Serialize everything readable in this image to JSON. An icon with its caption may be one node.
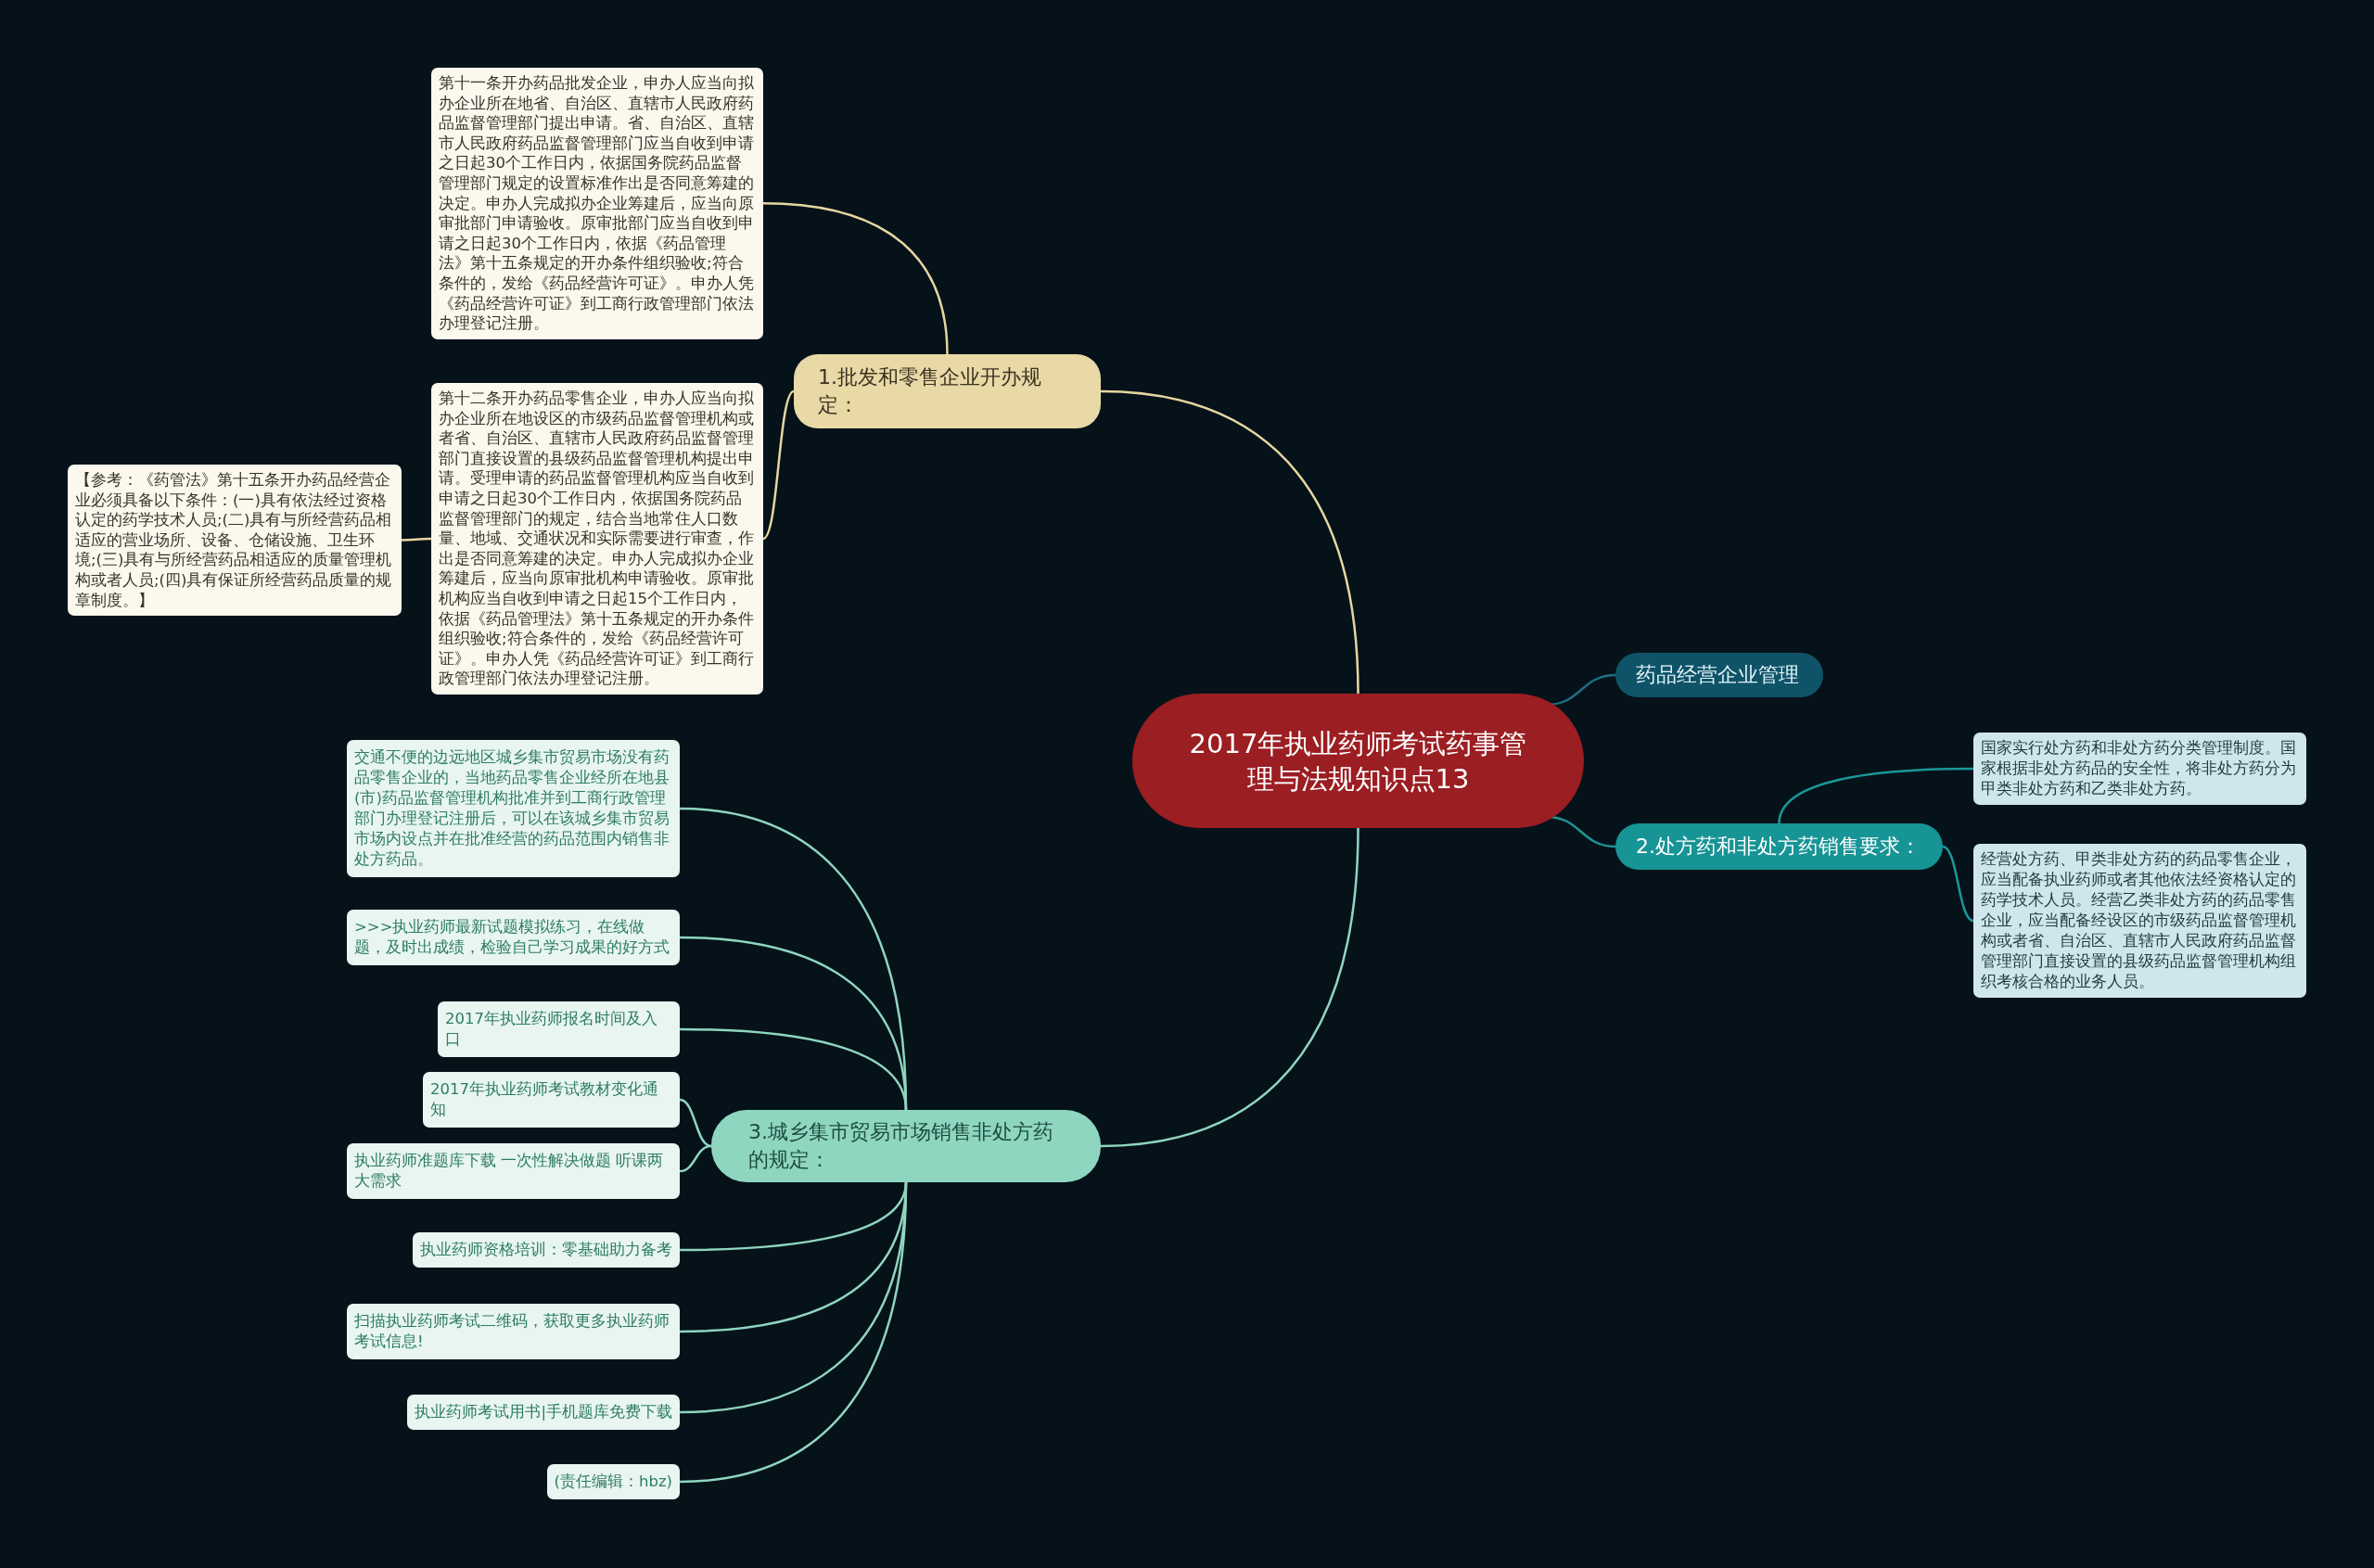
{
  "diagram": {
    "nodes": [
      {
        "text": [
          "2017年执业药师考试药事管理与法规知识点13"
        ]
      },
      {
        "text": [
          "1.批发和零售企业开办规定："
        ]
      },
      {
        "text": [
          "第十一条开办药品批发企业，申办人应当向拟办企业所在地省、自治区、直辖市人民政府药品监督管理部门提出申请。省、自治区、直辖市人民政府药品监督管理部门应当自收到申请之日起30个工作日内，依据国务院药品监督管理部门规定的设置标准作出是否同意筹建的决定。申办人完成拟办企业筹建后，应当向原审批部门申请验收。原审批部门应当自收到申请之日起30个工作日内，依据《药品管理法》第十五条规定的开办条件组织验收;符合条件的，发给《药品经营许可证》。申办人凭《药品经营许可证》到工商行政管理部门依法办理登记注册。"
        ]
      },
      {
        "text": [
          "第十二条开办药品零售企业，申办人应当向拟办企业所在地设区的市级药品监督管理机构或者省、自治区、直辖市人民政府药品监督管理部门直接设置的县级药品监督管理机构提出申请。受理申请的药品监督管理机构应当自收到申请之日起30个工作日内，依据国务院药品监督管理部门的规定，结合当地常住人口数量、地域、交通状况和实际需要进行审查，作出是否同意筹建的决定。申办人完成拟办企业筹建后，应当向原审批机构申请验收。原审批机构应当自收到申请之日起15个工作日内，依据《药品管理法》第十五条规定的开办条件组织验收;符合条件的，发给《药品经营许可证》。申办人凭《药品经营许可证》到工商行政管理部门依法办理登记注册。"
        ]
      },
      {
        "text": [
          "【参考：《药管法》第十五条开办药品经营企业必须具备以下条件：(一)具有依法经过资格认定的药学技术人员;(二)具有与所经营药品相适应的营业场所、设备、仓储设施、卫生环境;(三)具有与所经营药品相适应的质量管理机构或者人员;(四)具有保证所经营药品质量的规章制度。】"
        ]
      },
      {
        "text": [
          "药品经营企业管理"
        ]
      },
      {
        "text": [
          "2.处方药和非处方药销售要求："
        ]
      },
      {
        "text": [
          "国家实行处方药和非处方药分类管理制度。国家根据非处方药品的安全性，将非处方药分为甲类非处方药和乙类非处方药。"
        ]
      },
      {
        "text": [
          "经营处方药、甲类非处方药的药品零售企业，应当配备执业药师或者其他依法经资格认定的药学技术人员。经营乙类非处方药的药品零售企业，应当配备经设区的市级药品监督管理机构或者省、自治区、直辖市人民政府药品监督管理部门直接设置的县级药品监督管理机构组织考核合格的业务人员。"
        ]
      },
      {
        "text": [
          "3.城乡集市贸易市场销售非处方药的规定："
        ]
      },
      {
        "text": [
          "交通不便的边远地区城乡集市贸易市场没有药品零售企业的，当地药品零售企业经所在地县(市)药品监督管理机构批准并到工商行政管理部门办理登记注册后，可以在该城乡集市贸易市场内设点并在批准经营的药品范围内销售非处方药品。"
        ]
      },
      {
        "text": [
          ">>>执业药师最新试题模拟练习，在线做题，及时出成绩，检验自己学习成果的好方式"
        ]
      },
      {
        "text": [
          "2017年执业药师报名时间及入口"
        ]
      },
      {
        "text": [
          "2017年执业药师考试教材变化通知"
        ]
      },
      {
        "text": [
          "执业药师准题库下载 一次性解决做题 听课两大需求"
        ]
      },
      {
        "text": [
          "执业药师资格培训：零基础助力备考"
        ]
      },
      {
        "text": [
          "扫描执业药师考试二维码，获取更多执业药师考试信息!"
        ]
      },
      {
        "text": [
          "执业药师考试用书|手机题库免费下载"
        ]
      },
      {
        "text": [
          "(责任编辑：hbz)"
        ]
      }
    ],
    "edges": [
      {
        "from": 0,
        "to": 1,
        "arrow": "none",
        "color": "#e6d6a0"
      },
      {
        "from": 1,
        "to": 2,
        "arrow": "none",
        "color": "#e6d6a0"
      },
      {
        "from": 1,
        "to": 3,
        "arrow": "none",
        "color": "#e6d6a0"
      },
      {
        "from": 3,
        "to": 4,
        "arrow": "none",
        "color": "#e6d6a0"
      },
      {
        "from": 0,
        "to": 5,
        "arrow": "none",
        "color": "#1f6f82"
      },
      {
        "from": 0,
        "to": 6,
        "arrow": "none",
        "color": "#1a9898"
      },
      {
        "from": 6,
        "to": 7,
        "arrow": "none",
        "color": "#1a9898"
      },
      {
        "from": 6,
        "to": 8,
        "arrow": "none",
        "color": "#1a9898"
      },
      {
        "from": 0,
        "to": 9,
        "arrow": "none"
      },
      {
        "from": 9,
        "to": 10,
        "arrow": "none"
      },
      {
        "from": 9,
        "to": 11,
        "arrow": "none"
      },
      {
        "from": 9,
        "to": 12,
        "arrow": "none"
      },
      {
        "from": 9,
        "to": 13,
        "arrow": "none"
      },
      {
        "from": 9,
        "to": 14,
        "arrow": "none"
      },
      {
        "from": 9,
        "to": 15,
        "arrow": "none"
      },
      {
        "from": 9,
        "to": 16,
        "arrow": "none"
      },
      {
        "from": 9,
        "to": 17,
        "arrow": "none"
      },
      {
        "from": 9,
        "to": 18,
        "arrow": "none"
      }
    ]
  }
}
